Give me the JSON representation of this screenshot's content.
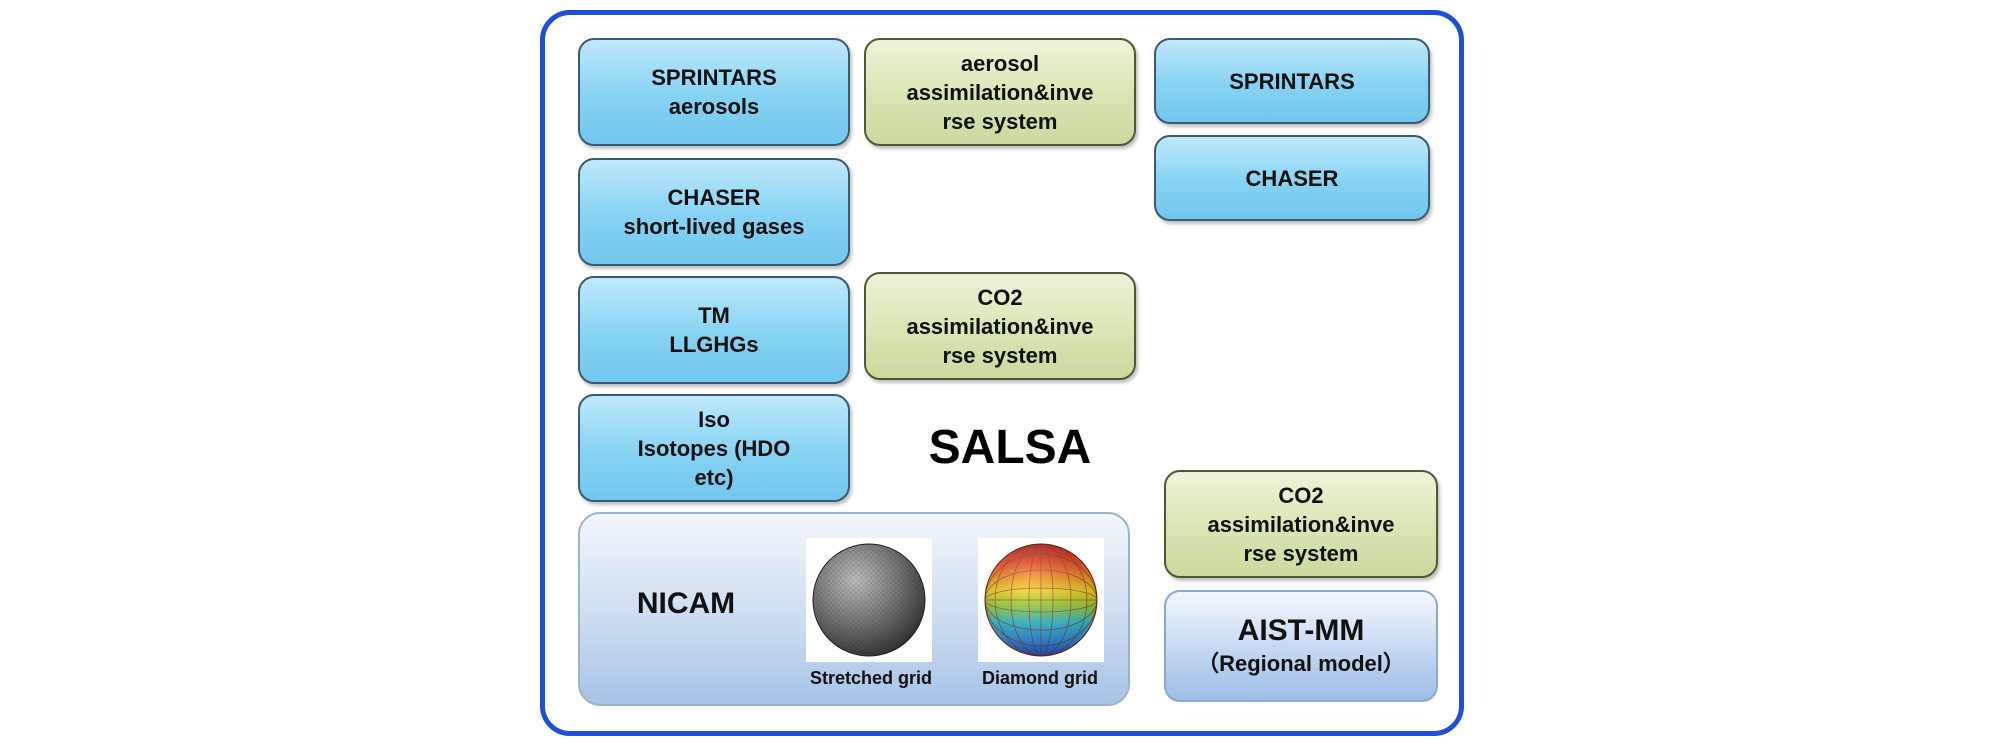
{
  "boxes": {
    "sprintars_aerosols": [
      "SPRINTARS",
      "aerosols"
    ],
    "chaser_short_lived": [
      "CHASER",
      "short-lived gases"
    ],
    "tm_llghgs": [
      "TM",
      "LLGHGs"
    ],
    "iso_isotopes": [
      "Iso",
      "Isotopes (HDO",
      "etc)"
    ],
    "aerosol_assimilation": [
      "aerosol",
      "assimilation&inve",
      "rse system"
    ],
    "co2_assimilation_center": [
      "CO2",
      "assimilation&inve",
      "rse system"
    ],
    "sprintars": [
      "SPRINTARS"
    ],
    "chaser": [
      "CHASER"
    ],
    "co2_assimilation_right": [
      "CO2",
      "assimilation&inve",
      "rse system"
    ]
  },
  "salsa_label": "SALSA",
  "nicam": {
    "label": "NICAM",
    "stretched_caption": "Stretched grid",
    "diamond_caption": "Diamond grid"
  },
  "aist": {
    "title": "AIST-MM",
    "subtitle": "（Regional model）"
  }
}
